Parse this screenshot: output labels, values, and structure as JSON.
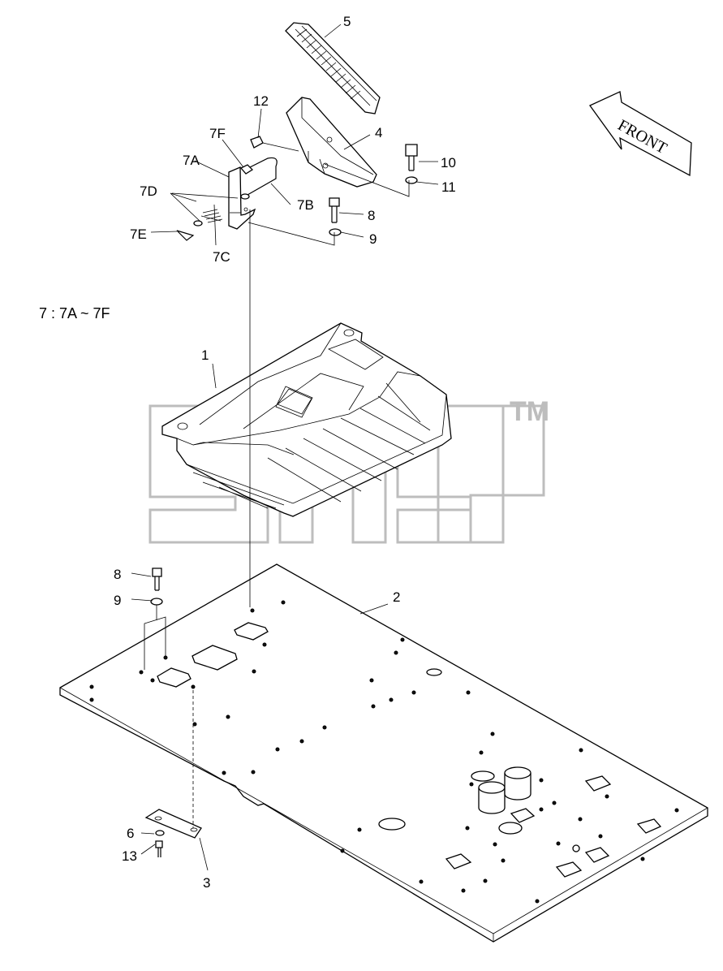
{
  "callouts": {
    "p1": "1",
    "p2": "2",
    "p3": "3",
    "p4": "4",
    "p5": "5",
    "p6": "6",
    "p7a": "7A",
    "p7b": "7B",
    "p7c": "7C",
    "p7d": "7D",
    "p7e": "7E",
    "p7f": "7F",
    "p8_top": "8",
    "p9_top": "9",
    "p8_bottom": "8",
    "p9_bottom": "9",
    "p10": "10",
    "p11": "11",
    "p12": "12",
    "p13": "13"
  },
  "set_note": "7 : 7A ~ 7F",
  "front_label": "FRONT",
  "watermark": {
    "trademark": "TM"
  }
}
